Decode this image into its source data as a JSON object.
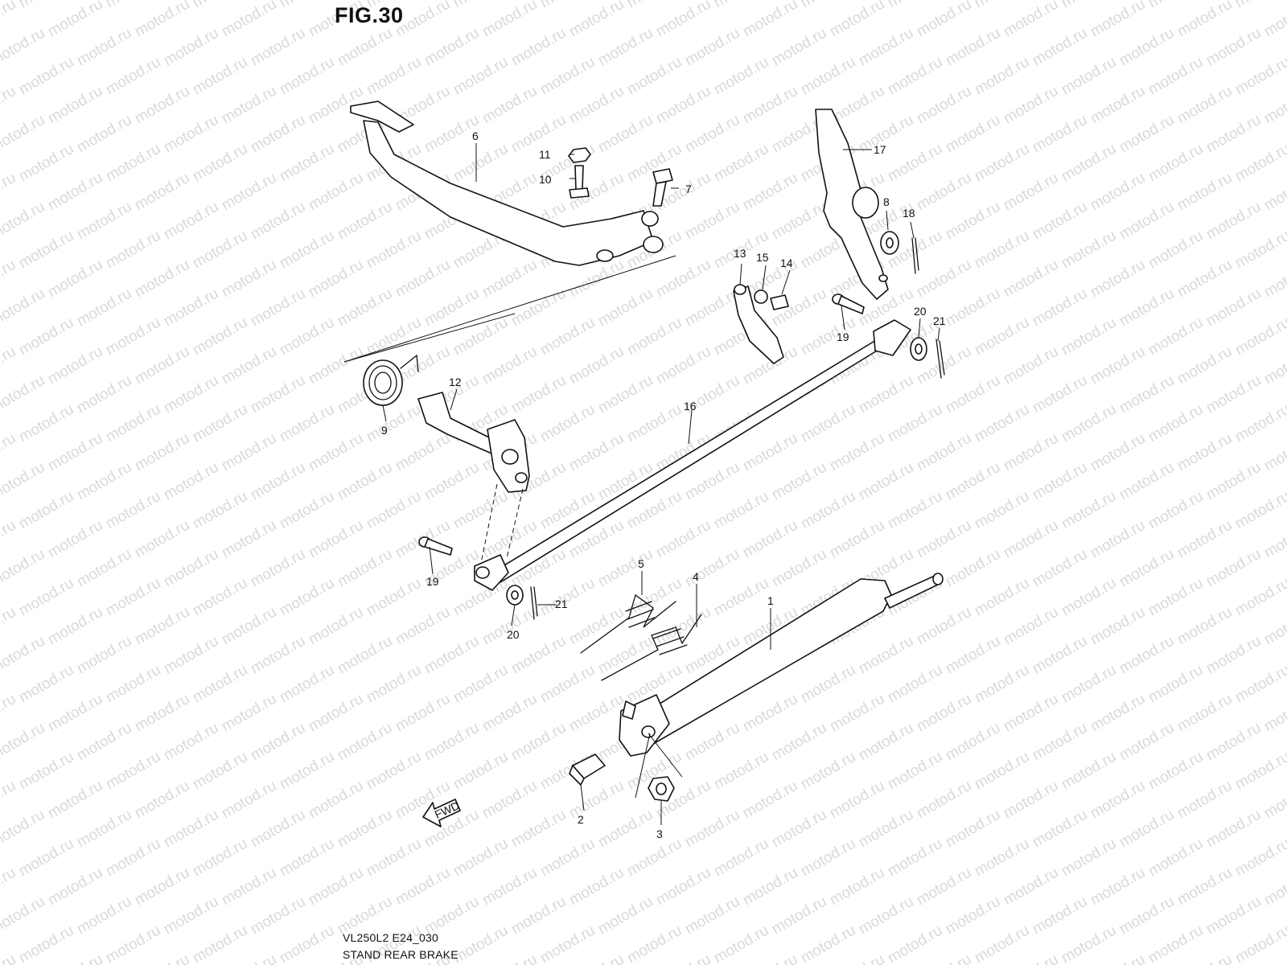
{
  "figure": {
    "title": "FIG.30",
    "code": "VL250L2 E24_030",
    "name": "STAND REAR BRAKE"
  },
  "watermark": {
    "text": "motod.ru",
    "color": "#d9d9d9"
  },
  "direction_marker": {
    "label": "FWD"
  },
  "callouts": [
    "1",
    "2",
    "3",
    "4",
    "5",
    "6",
    "7",
    "8",
    "9",
    "10",
    "11",
    "12",
    "13",
    "14",
    "15",
    "16",
    "17",
    "18",
    "19",
    "19",
    "20",
    "20",
    "21",
    "21"
  ]
}
